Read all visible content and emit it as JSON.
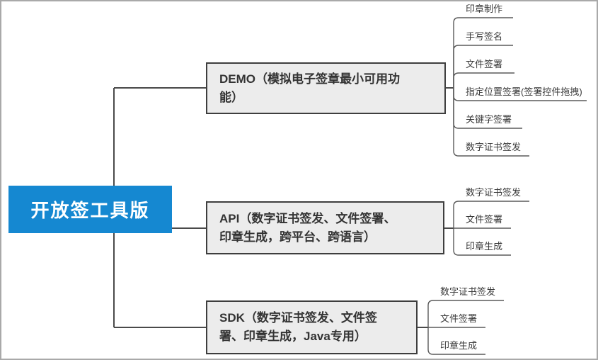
{
  "root": {
    "label": "开放签工具版"
  },
  "branches": [
    {
      "label": "DEMO（模拟电子签章最小可用功\n能）",
      "children": [
        "印章制作",
        "手写签名",
        "文件签署",
        "指定位置签署(签署控件拖拽)",
        "关键字签署",
        "数字证书签发"
      ]
    },
    {
      "label": "API（数字证书签发、文件签署、\n印章生成，跨平台、跨语言）",
      "children": [
        "数字证书签发",
        "文件签署",
        "印章生成"
      ]
    },
    {
      "label": "SDK（数字证书签发、文件签\n署、印章生成，Java专用）",
      "children": [
        "数字证书签发",
        "文件签署",
        "印章生成"
      ]
    }
  ],
  "colors": {
    "root_fill": "#1588d1",
    "root_text": "#ffffff",
    "branch_fill": "#ececec",
    "branch_border": "#3e3e3e",
    "branch_text": "#333333",
    "leaf_text": "#3a3a3a",
    "connector": "#4a4a4a",
    "leaf_line": "#5a5a5a",
    "canvas_border": "#a9a9a9"
  }
}
